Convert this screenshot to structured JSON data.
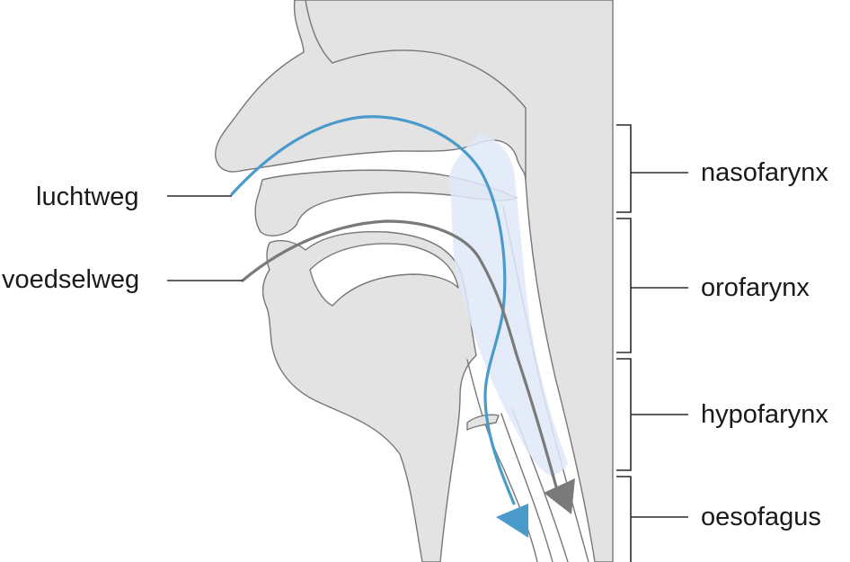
{
  "labels": {
    "airway": "luchtweg",
    "foodway": "voedselweg",
    "nasopharynx": "nasofarynx",
    "oropharynx": "orofarynx",
    "hypopharynx": "hypofarynx",
    "oesophagus": "oesofagus"
  },
  "colors": {
    "airway": "#4a9bcc",
    "foodway": "#7a7a7a",
    "pharynx_highlight": "#dfe8f8",
    "tissue": "#e3e3e3",
    "outline": "#777777",
    "text": "#1a1a1a"
  }
}
